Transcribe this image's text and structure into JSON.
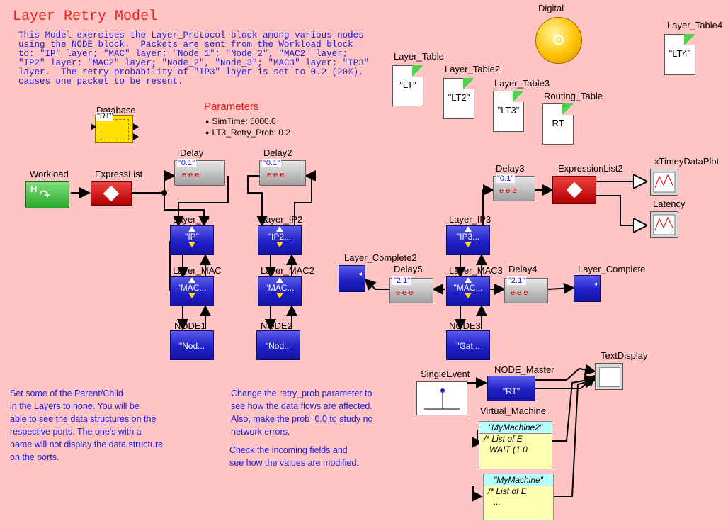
{
  "title": "Layer Retry Model",
  "description": "This Model exercises the Layer_Protocol block among various nodes\nusing the NODE block.  Packets are sent from the Workload block\nto: \"IP\" layer; \"MAC\" layer; \"Node_1\"; \"Node_2\"; \"MAC2\" layer;\n\"IP2\" layer; \"MAC2\" layer; \"Node_2\", \"Node_3\"; \"MAC3\" layer; \"IP3\"\nlayer.  The retry probability of \"IP3\" layer is set to 0.2 (20%),\ncauses one packet to be resent.",
  "parameters": {
    "title": "Parameters",
    "items": [
      "SimTime: 5000.0",
      "LT3_Retry_Prob: 0.2"
    ]
  },
  "blocks": {
    "database": {
      "label": "Database",
      "value": "\"RT\""
    },
    "digital": {
      "label": "Digital"
    },
    "layer_table": {
      "label": "Layer_Table",
      "value": "\"LT\""
    },
    "layer_table2": {
      "label": "Layer_Table2",
      "value": "\"LT2\""
    },
    "layer_table3": {
      "label": "Layer_Table3",
      "value": "\"LT3\""
    },
    "layer_table4": {
      "label": "Layer_Table4",
      "value": "\"LT4\""
    },
    "routing_table": {
      "label": "Routing_Table",
      "value": "RT"
    },
    "workload": {
      "label": "Workload"
    },
    "expresslist": {
      "label": "ExpressList"
    },
    "delay": {
      "label": "Delay",
      "value": "\"0.1\""
    },
    "delay2": {
      "label": "Delay2",
      "value": "\"0.1\""
    },
    "delay3": {
      "label": "Delay3",
      "value": "\"0.1\""
    },
    "delay4": {
      "label": "Delay4",
      "value": "\"2.1\""
    },
    "delay5": {
      "label": "Delay5",
      "value": "\"2.1\""
    },
    "expressionlist2": {
      "label": "ExpressionList2"
    },
    "xtimeydataplot": {
      "label": "xTimeyDataPlot"
    },
    "latency": {
      "label": "Latency"
    },
    "layer_ip": {
      "label": "Layer_IP",
      "value": "\"IP\""
    },
    "layer_mac": {
      "label": "Layer_MAC",
      "value": "\"MAC..."
    },
    "node1": {
      "label": "NODE1",
      "value": "\"Nod..."
    },
    "layer_ip2": {
      "label": "Layer_IP2",
      "value": "\"IP2..."
    },
    "layer_mac2": {
      "label": "Layer_MAC2",
      "value": "\"MAC..."
    },
    "node2": {
      "label": "NODE2",
      "value": "\"Nod..."
    },
    "layer_ip3": {
      "label": "Layer_IP3",
      "value": "\"IP3..."
    },
    "layer_mac3": {
      "label": "Layer_MAC3",
      "value": "\"MAC..."
    },
    "node3": {
      "label": "NODE3",
      "value": "\"Gat..."
    },
    "layer_complete": {
      "label": "Layer_Complete"
    },
    "layer_complete2": {
      "label": "Layer_Complete2"
    },
    "singleevent": {
      "label": "SingleEvent"
    },
    "node_master": {
      "label": "NODE_Master",
      "value": "\"RT\"",
      "sublabel": "Virtual_Machine"
    },
    "textdisplay": {
      "label": "TextDisplay"
    },
    "mymachine2": {
      "header": "\"MyMachine2\"",
      "line1": "/* List of E",
      "line2": "WAIT (1.0"
    },
    "mymachine": {
      "header": "\"MyMachine\"",
      "line1": "/* List of E",
      "line2": "..."
    }
  },
  "notes": {
    "left": "Set some of the Parent/Child\nin the Layers to none.  You will be\nable to see the data structures on the\nrespective ports.  The one's with a\nname will not display the data structure\non the ports.",
    "middle1": "Change the retry_prob parameter to\nsee how the data flows are affected.\nAlso, make the prob=0.0 to study no\nnetwork errors.",
    "middle2": "Check the incoming fields and\nsee how the values are modified."
  },
  "colors": {
    "background": "#ffc4c4",
    "title": "#e8201c",
    "text_blue": "#1d1de0",
    "layer_block": "#2020c8"
  }
}
